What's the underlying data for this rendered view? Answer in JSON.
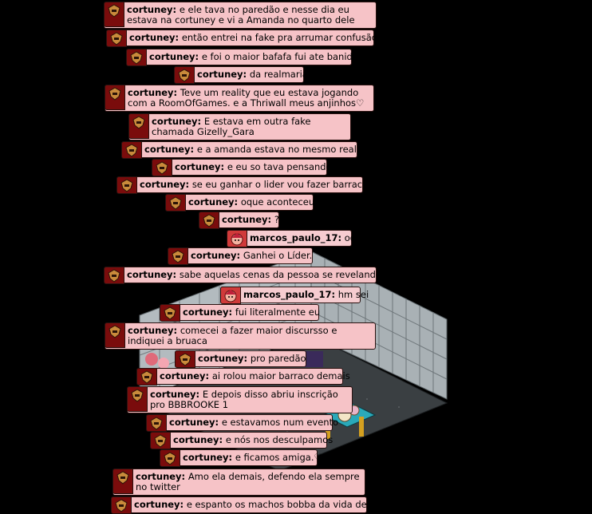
{
  "chat": {
    "messages": [
      {
        "user": "cortuney:",
        "text": "e ele tava no paredão e nesse dia eu estava na cortuney e vi a Amanda no quarto dele"
      },
      {
        "user": "cortuney:",
        "text": "então entrei na fake pra arrumar confusão"
      },
      {
        "user": "cortuney:",
        "text": "e foi o maior bafafa fui ate banida"
      },
      {
        "user": "cortuney:",
        "text": "da realmaria"
      },
      {
        "user": "cortuney:",
        "text": "Teve um reality que eu estava jogando com a RoomOfGames. e a Thriwall meus anjinhos♡"
      },
      {
        "user": "cortuney:",
        "text": "E estava em outra fake chamada Gizelly_Gara"
      },
      {
        "user": "cortuney:",
        "text": "e a amanda estava no mesmo reality"
      },
      {
        "user": "cortuney:",
        "text": "e eu so tava pensando"
      },
      {
        "user": "cortuney:",
        "text": "se eu ganhar o lider vou fazer barraco"
      },
      {
        "user": "cortuney:",
        "text": "oque aconteceu"
      },
      {
        "user": "cortuney:",
        "text": "?"
      },
      {
        "user": "marcos_paulo_17:",
        "text": "oq?"
      },
      {
        "user": "cortuney:",
        "text": "Ganhei o Líder."
      },
      {
        "user": "cortuney:",
        "text": "sabe aquelas cenas da pessoa se revelando?"
      },
      {
        "user": "marcos_paulo_17:",
        "text": "hm sei"
      },
      {
        "user": "cortuney:",
        "text": "fui literalmente eu"
      },
      {
        "user": "cortuney:",
        "text": "comecei a fazer maior discursso e indiquei a bruaca"
      },
      {
        "user": "cortuney:",
        "text": "pro paredão"
      },
      {
        "user": "cortuney:",
        "text": "ai rolou maior barraco demais"
      },
      {
        "user": "cortuney:",
        "text": "E depois disso abriu inscrição pro BBBROOKE 1"
      },
      {
        "user": "cortuney:",
        "text": "e estavamos num evento"
      },
      {
        "user": "cortuney:",
        "text": "e nós nos desculpamos"
      },
      {
        "user": "cortuney:",
        "text": "e ficamos amiga.♡"
      },
      {
        "user": "cortuney:",
        "text": "Amo ela demais, defendo ela sempre no twitter"
      },
      {
        "user": "cortuney:",
        "text": "e espanto os machos bobba da vida dela"
      }
    ]
  },
  "colors": {
    "bubble": "#f6c3c7",
    "avatar_bg": "#7a0c0c",
    "background": "#000000"
  }
}
